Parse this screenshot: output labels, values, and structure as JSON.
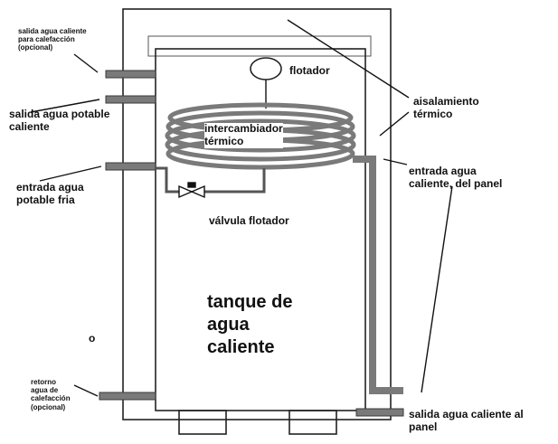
{
  "labels": {
    "salida_calefaccion": "salida agua caliente\npara calefacción\n(opcional)",
    "salida_potable": "salida agua potable\ncaliente",
    "entrada_fria": "entrada agua\npotable fria",
    "retorno": "retorno\nagua de\ncalefacción\n(opcional)",
    "flotador": "flotador",
    "intercambiador": "intercambiador\ntérmico",
    "valvula": "válvula flotador",
    "tanque": "tanque de\nagua\ncaliente",
    "aislamiento": "aisalamiento\ntérmico",
    "entrada_panel": "entrada agua\ncaliente, del panel",
    "salida_panel": "salida agua caliente al\npanel",
    "stray_o": "o"
  }
}
